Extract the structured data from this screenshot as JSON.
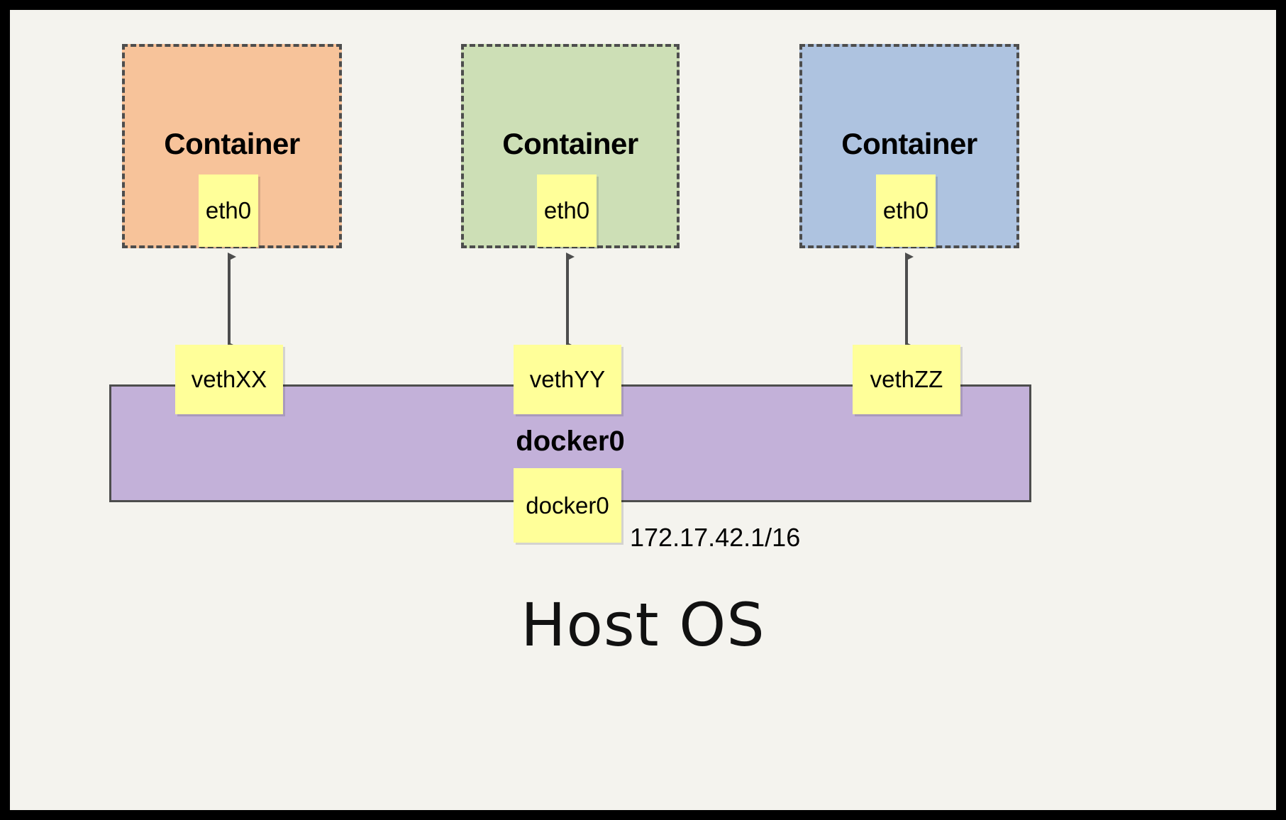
{
  "diagram": {
    "title_host": "Host OS",
    "bridge_label": "docker0",
    "bridge_ip": "172.17.42.1/16",
    "colors": {
      "background": "#f4f3ee",
      "frame": "#000000",
      "container_orange": "#f7c39a",
      "container_green": "#cddfb6",
      "container_blue": "#aec3e0",
      "bridge_purple": "#c3b1d9",
      "node_yellow": "#ffff99",
      "dash_border": "#4d4d4d",
      "arrow": "#4d4d4d"
    },
    "containers": [
      {
        "title": "Container",
        "interface": "eth0",
        "veth": "vethXX",
        "fill": "#f7c39a"
      },
      {
        "title": "Container",
        "interface": "eth0",
        "veth": "vethYY",
        "fill": "#cddfb6"
      },
      {
        "title": "Container",
        "interface": "eth0",
        "veth": "vethZZ",
        "fill": "#aec3e0"
      }
    ],
    "bridge_port": "docker0"
  }
}
